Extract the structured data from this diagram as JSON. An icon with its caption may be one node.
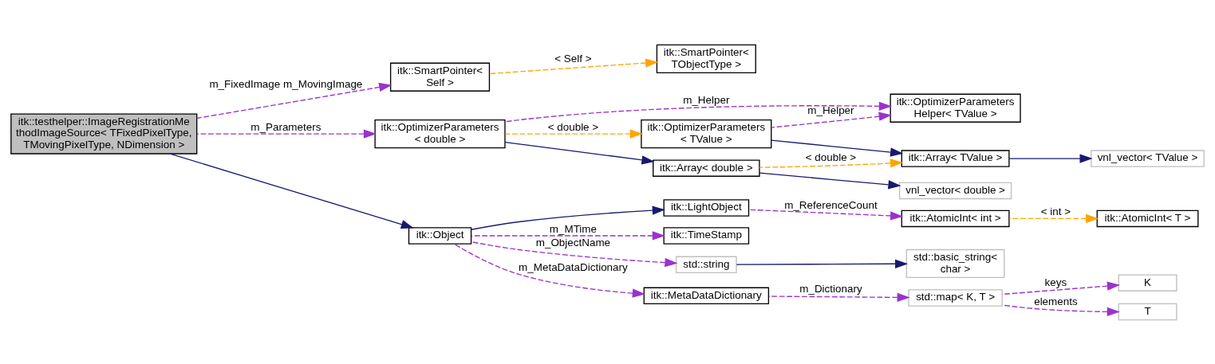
{
  "diagram": {
    "nodes": [
      {
        "text": [
          "itk::AtomicInt< T >"
        ]
      },
      {
        "text": [
          "itk::AtomicInt< int >"
        ]
      },
      {
        "text": [
          "itk::LightObject"
        ]
      },
      {
        "text": [
          "std::basic_string< char >"
        ]
      },
      {
        "text": [
          "std::string"
        ]
      },
      {
        "text": [
          "K"
        ]
      },
      {
        "text": [
          "T"
        ]
      },
      {
        "text": [
          "std::map< K, T >"
        ]
      },
      {
        "text": [
          "itk::MetaDataDictionary"
        ]
      },
      {
        "text": [
          "itk::Object"
        ]
      },
      {
        "text": [
          "itk::TimeStamp"
        ]
      },
      {
        "text": [
          "itk::SmartPointer< TObjectType >"
        ]
      },
      {
        "text": [
          "itk::SmartPointer< Self >"
        ]
      },
      {
        "text": [
          "vnl_vector< double >"
        ]
      },
      {
        "text": [
          "itk::Array< double >"
        ]
      },
      {
        "text": [
          "vnl_vector< TValue >"
        ]
      },
      {
        "text": [
          "itk::Array< TValue >"
        ]
      },
      {
        "text": [
          "itk::OptimizerParameters< TValue >"
        ]
      },
      {
        "text": [
          "itk::OptimizerParameters< double >"
        ]
      },
      {
        "text": [
          "itk::OptimizerParametersHelper< TValue >"
        ]
      },
      {
        "text": [
          "itk::testhelper::ImageRegistrationMethodImageSource< TFixedPixelType, TMovingPixelType, NDimension >"
        ]
      }
    ],
    "edges": [
      {
        "from": 1,
        "to": 0,
        "arrow": "to",
        "label": "< int >",
        "style": "dashed",
        "color": "#ffa500"
      },
      {
        "from": 2,
        "to": 1,
        "arrow": "to",
        "label": "m_ReferenceCount",
        "style": "dashed"
      },
      {
        "from": 9,
        "to": 2,
        "arrow": "to",
        "color": "#191970"
      },
      {
        "from": 4,
        "to": 3,
        "arrow": "to",
        "color": "#191970"
      },
      {
        "from": 9,
        "to": 4,
        "arrow": "to",
        "label": "m_ObjectName",
        "style": "dashed"
      },
      {
        "from": 7,
        "to": 5,
        "arrow": "to",
        "label": "keys",
        "style": "dashed"
      },
      {
        "from": 7,
        "to": 6,
        "arrow": "to",
        "label": "elements",
        "style": "dashed"
      },
      {
        "from": 8,
        "to": 7,
        "arrow": "to",
        "label": "m_Dictionary",
        "style": "dashed"
      },
      {
        "from": 9,
        "to": 8,
        "arrow": "to",
        "label": "m_MetaDataDictionary",
        "style": "dashed"
      },
      {
        "from": 9,
        "to": 10,
        "arrow": "to",
        "label": "m_MTime",
        "style": "dashed"
      },
      {
        "from": 20,
        "to": 9,
        "arrow": "to",
        "color": "#191970"
      },
      {
        "from": 12,
        "to": 11,
        "arrow": "to",
        "label": "< Self >",
        "style": "dashed",
        "color": "#ffa500"
      },
      {
        "from": 20,
        "to": 12,
        "arrow": "to",
        "label": "m_FixedImage m_MovingImage",
        "style": "dashed"
      },
      {
        "from": 14,
        "to": 13,
        "arrow": "to",
        "color": "#191970"
      },
      {
        "from": 14,
        "to": 16,
        "arrow": "to",
        "label": "< double >",
        "style": "dashed",
        "color": "#ffa500"
      },
      {
        "from": 18,
        "to": 14,
        "arrow": "to",
        "color": "#191970"
      },
      {
        "from": 16,
        "to": 15,
        "arrow": "to",
        "color": "#191970"
      },
      {
        "from": 17,
        "to": 16,
        "arrow": "to",
        "color": "#191970"
      },
      {
        "from": 18,
        "to": 17,
        "arrow": "to",
        "label": "< double >",
        "style": "dashed",
        "color": "#ffa500"
      },
      {
        "from": 17,
        "to": 19,
        "arrow": "to",
        "label": "m_Helper",
        "style": "dashed"
      },
      {
        "from": 18,
        "to": 19,
        "arrow": "to",
        "label": "m_Helper",
        "style": "dashed"
      },
      {
        "from": 20,
        "to": 18,
        "arrow": "to",
        "label": "m_Parameters",
        "style": "dashed"
      }
    ]
  }
}
